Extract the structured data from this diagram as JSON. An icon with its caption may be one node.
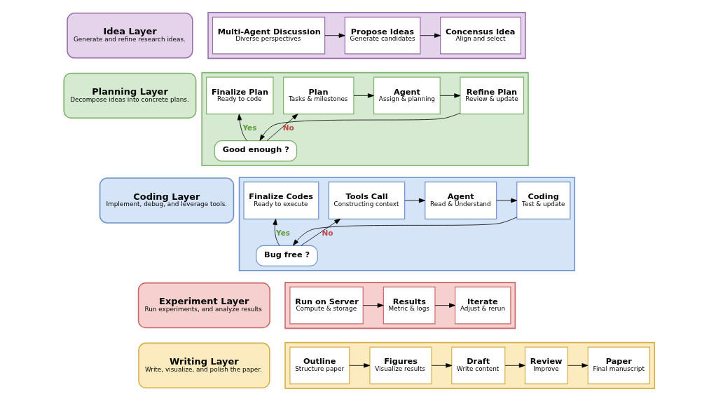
{
  "diagram": {
    "nodes": [
      {
        "text": [
          "Idea Layer",
          "Generate and refine research ideas."
        ]
      },
      {
        "text": [],
        "shape": "box"
      },
      {
        "text": [
          "Multi-Agent Discussion",
          "Diverse perspectives"
        ],
        "in": 1
      },
      {
        "text": [
          "Propose Ideas",
          "Generate candidates"
        ],
        "in": 1
      },
      {
        "text": [
          "Concensus Idea",
          "Align and select"
        ],
        "in": 1
      },
      {
        "text": [
          "Planning Layer",
          "Decompose ideas into concrete plans."
        ]
      },
      {
        "text": [],
        "shape": "box"
      },
      {
        "text": [
          "Plan",
          "Tasks & milestones"
        ],
        "in": 6
      },
      {
        "text": [
          "Agent",
          "Assign & planning"
        ],
        "in": 6
      },
      {
        "text": [
          "Refine Plan",
          "Review & update"
        ],
        "in": 6
      },
      {
        "text": [
          "Finalize Plan",
          "Ready to code"
        ],
        "in": 6
      },
      {
        "text": [
          "Good enough ?"
        ],
        "in": 6
      },
      {
        "text": [
          "Coding Layer",
          "Implement, debug, and leverage tools."
        ]
      },
      {
        "text": [],
        "shape": "box"
      },
      {
        "text": [
          "Tools Call",
          "Constructing context"
        ],
        "in": 13
      },
      {
        "text": [
          "Agent",
          "Read & Understand"
        ],
        "in": 13
      },
      {
        "text": [
          "Coding",
          "Test & update"
        ],
        "in": 13
      },
      {
        "text": [
          "Finalize Codes",
          "Ready to execute"
        ],
        "in": 13
      },
      {
        "text": [
          "Bug free ?"
        ],
        "in": 13
      },
      {
        "text": [
          "Experiment Layer",
          "Run experiments, and analyze results"
        ]
      },
      {
        "text": [],
        "shape": "box"
      },
      {
        "text": [
          "Run on Server",
          "Compute & storage"
        ],
        "in": 20
      },
      {
        "text": [
          "Results",
          "Metric & logs"
        ],
        "in": 20
      },
      {
        "text": [
          "Iterate",
          "Adjust & rerun"
        ],
        "in": 20
      },
      {
        "text": [
          "Writing Layer",
          "Write, visualize, and polish the paper."
        ]
      },
      {
        "text": [],
        "shape": "box"
      },
      {
        "text": [
          "Outline",
          "Structure paper"
        ],
        "in": 25
      },
      {
        "text": [
          "Figures",
          "Visualize results"
        ],
        "in": 25
      },
      {
        "text": [
          "Draft",
          "Write content"
        ],
        "in": 25
      },
      {
        "text": [
          "Review",
          "Improve"
        ],
        "in": 25
      },
      {
        "text": [
          "Paper",
          "Final manuscript"
        ],
        "in": 25
      }
    ],
    "edges": [
      {
        "from": 2,
        "to": 3,
        "arrow": "to"
      },
      {
        "from": 3,
        "to": 4,
        "arrow": "to"
      },
      {
        "from": 7,
        "to": 8,
        "arrow": "to"
      },
      {
        "from": 8,
        "to": 9,
        "arrow": "to"
      },
      {
        "from": 9,
        "to": 11,
        "arrow": "to"
      },
      {
        "from": 11,
        "to": 7,
        "arrow": "to",
        "label": "No"
      },
      {
        "from": 11,
        "to": 10,
        "arrow": "to",
        "label": "Yes"
      },
      {
        "from": 14,
        "to": 15,
        "arrow": "to"
      },
      {
        "from": 15,
        "to": 16,
        "arrow": "to"
      },
      {
        "from": 16,
        "to": 18,
        "arrow": "to"
      },
      {
        "from": 18,
        "to": 14,
        "arrow": "to",
        "label": "No"
      },
      {
        "from": 18,
        "to": 17,
        "arrow": "to",
        "label": "Yes"
      },
      {
        "from": 21,
        "to": 22,
        "arrow": "to"
      },
      {
        "from": 22,
        "to": 23,
        "arrow": "to"
      },
      {
        "from": 26,
        "to": 27,
        "arrow": "to"
      },
      {
        "from": 27,
        "to": 28,
        "arrow": "to"
      },
      {
        "from": 28,
        "to": 29,
        "arrow": "to"
      },
      {
        "from": 29,
        "to": 30,
        "arrow": "to"
      }
    ]
  }
}
